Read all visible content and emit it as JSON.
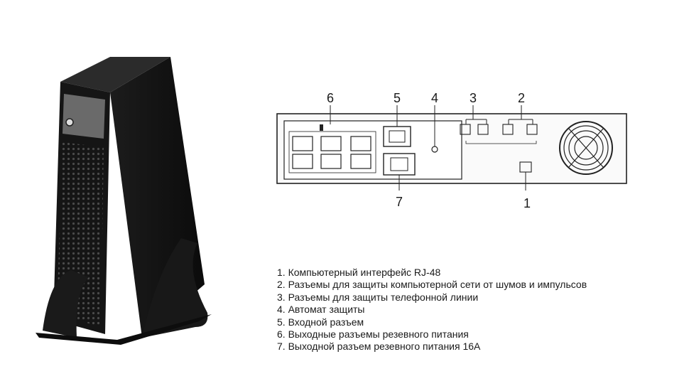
{
  "callouts": [
    "1",
    "2",
    "3",
    "4",
    "5",
    "6",
    "7"
  ],
  "legend": {
    "items": [
      "1. Компьютерный интерфейс RJ-48",
      "2. Разъемы для защиты компьютерной сети от шумов и импульсов",
      "3. Разъемы для защиты телефонной линии",
      "4. Автомат защиты",
      "5. Входной разъем",
      "6. Выходные разъемы резевного питания",
      "7. Выходной разъем резевного питания 16А"
    ]
  },
  "colors": {
    "ups_body": "#111111",
    "line": "#222222",
    "text": "#1a1a1a",
    "brand_red": "#c8232c",
    "brand_blue": "#2a57b8"
  }
}
